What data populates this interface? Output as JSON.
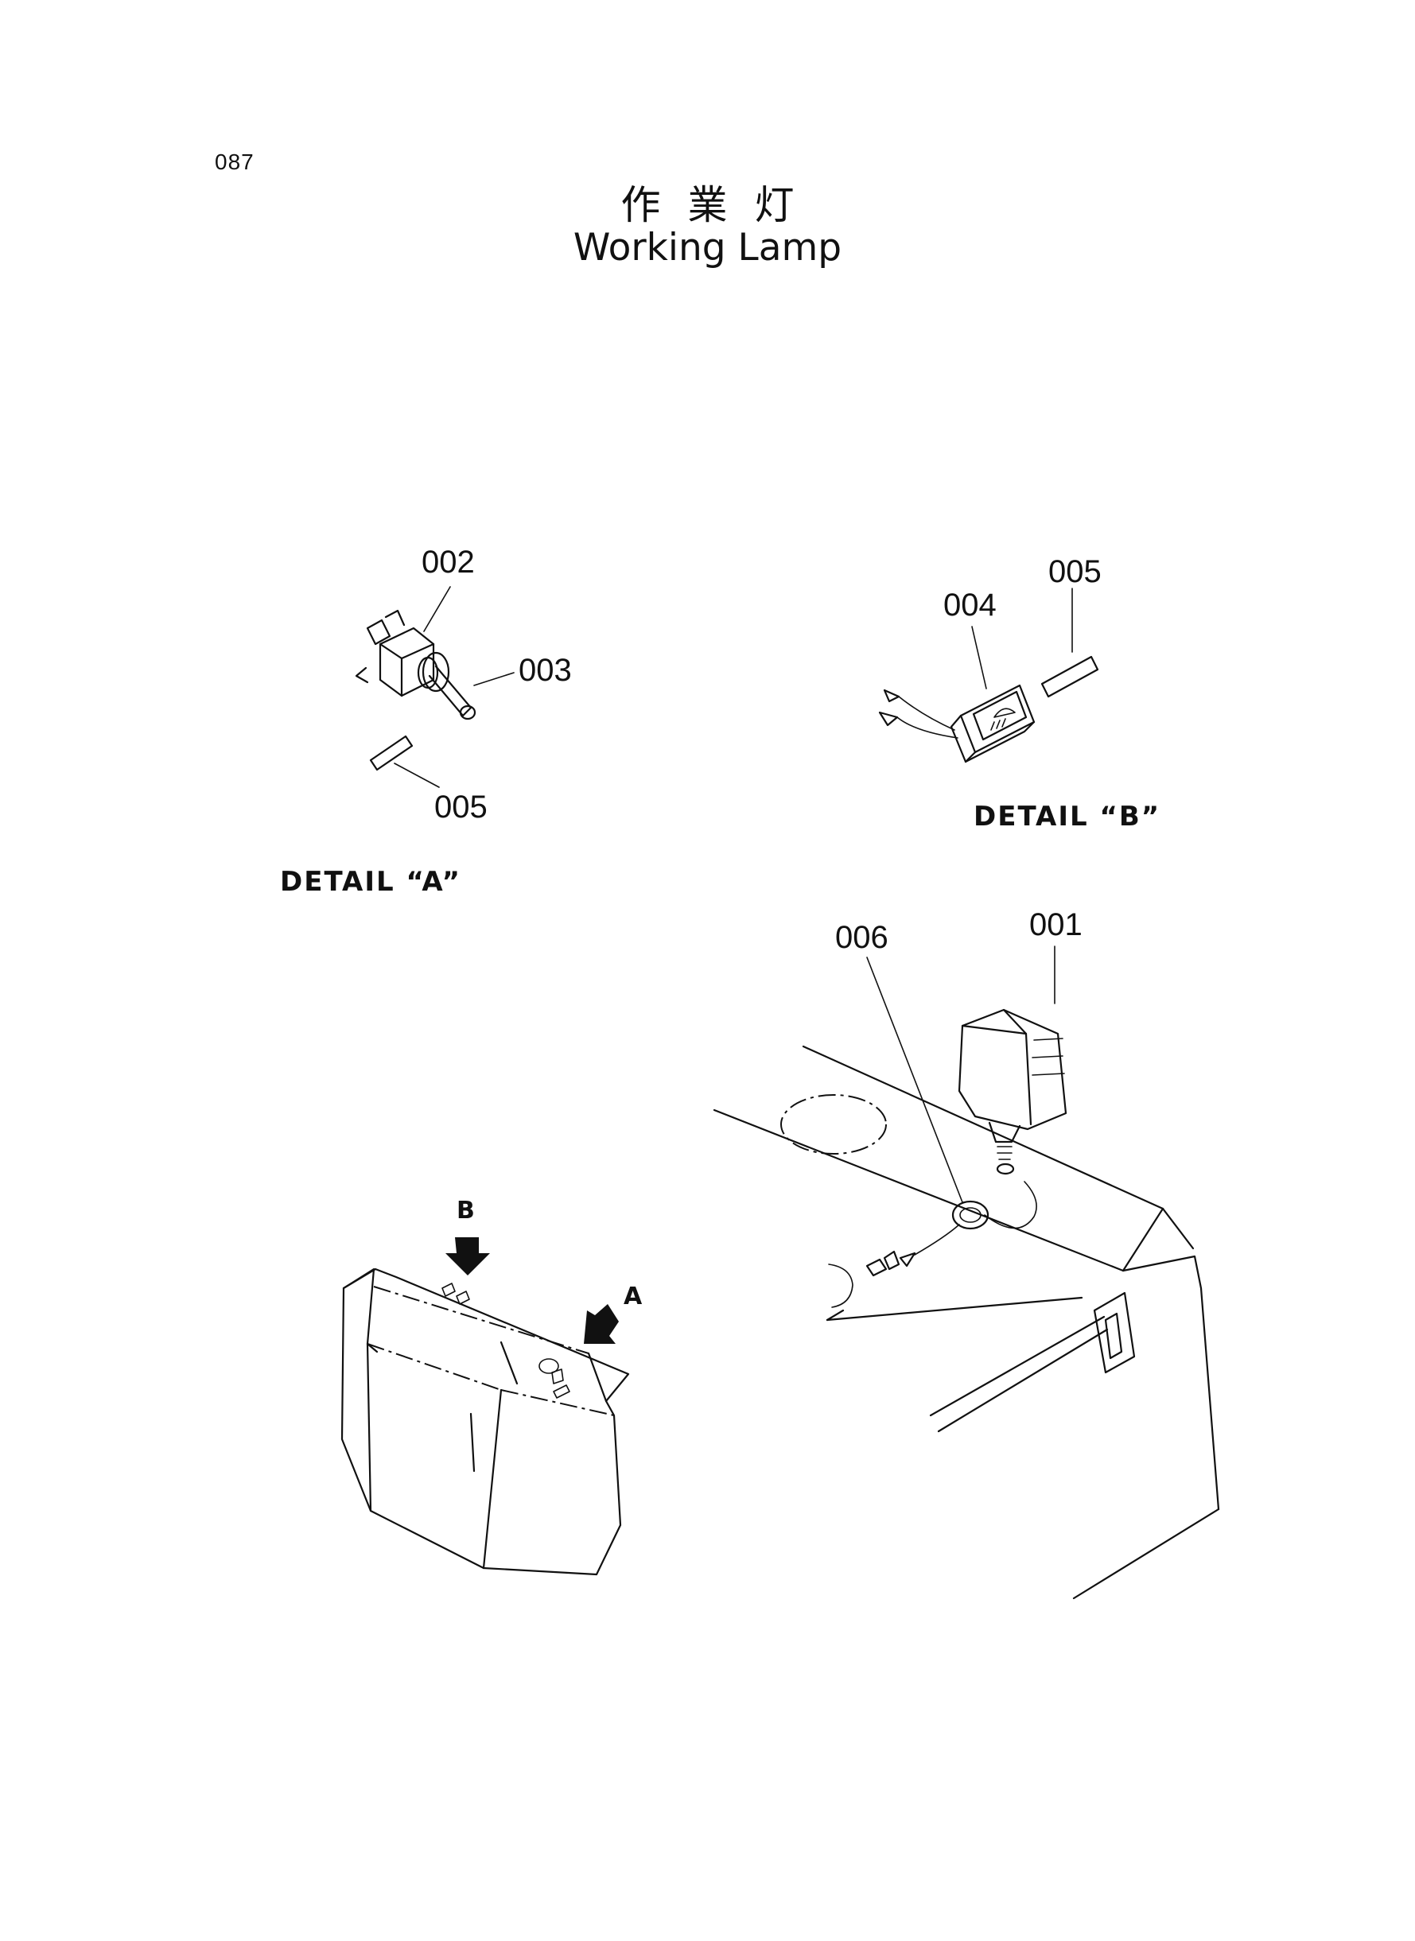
{
  "page_number": "087",
  "title": {
    "japanese": "作業灯",
    "english": "Working Lamp"
  },
  "callouts": {
    "c001": "001",
    "c002": "002",
    "c003": "003",
    "c004": "004",
    "c005_a": "005",
    "c005_b": "005",
    "c006": "006"
  },
  "details": {
    "detail_a": "DETAIL “A”",
    "detail_b": "DETAIL “B”"
  },
  "view_markers": {
    "a": "A",
    "b": "B"
  }
}
